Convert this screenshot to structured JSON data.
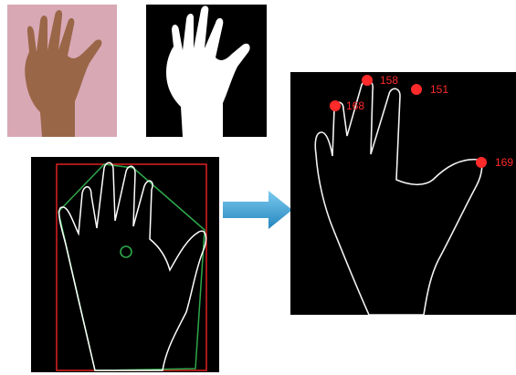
{
  "panels": {
    "photo": {
      "background": "#d9a8b5",
      "skin": "#9a6648"
    },
    "mask": {
      "background": "#000000",
      "foreground": "#ffffff"
    },
    "hull_view": {
      "background": "#000000",
      "bbox_color": "#e02020",
      "hull_color": "#2ea84a",
      "contour_color": "#ffffff"
    },
    "arrow": {
      "color": "#3aa6d8"
    },
    "fingertips": {
      "background": "#000000",
      "marker_color": "#ff2a2a",
      "labels": [
        "158",
        "151",
        "168",
        "169"
      ]
    }
  }
}
